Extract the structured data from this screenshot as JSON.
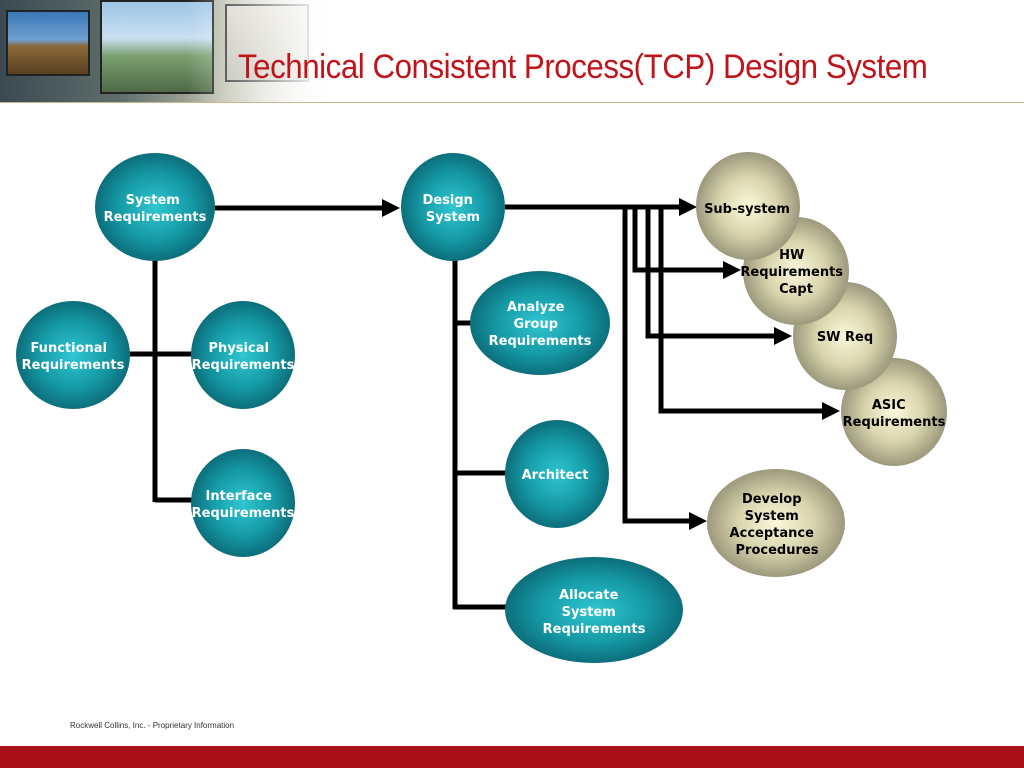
{
  "title": "Technical Consistent Process(TCP) Design System",
  "footer": "Rockwell Collins, Inc. -  Proprietary Information",
  "colors": {
    "title": "#c0141b",
    "teal_node": "#0e7a84",
    "khaki_node": "#a8a488",
    "footer_bar": "#a8101a"
  },
  "nodes": {
    "system_requirements": [
      "System",
      "Requirements"
    ],
    "functional_requirements": [
      "Functional",
      "Requirements"
    ],
    "physical_requirements": [
      "Physical",
      "Requirements"
    ],
    "interface_requirements": [
      "Interface",
      "Requirements"
    ],
    "design_system": [
      "Design",
      "System"
    ],
    "analyze_group_requirements": [
      "Analyze",
      "Group",
      "Requirements"
    ],
    "architect": [
      "Architect"
    ],
    "allocate_system_requirements": [
      "Allocate",
      "System",
      "Requirements"
    ],
    "sub_system": [
      "Sub-system"
    ],
    "hw_requirements_capt": [
      "HW",
      "Requirements",
      "Capt"
    ],
    "sw_req": [
      "SW Req"
    ],
    "asic_requirements": [
      "ASIC",
      "Requirements"
    ],
    "develop_system_acceptance_procedures": [
      "Develop",
      "System",
      "Acceptance",
      "Procedures"
    ]
  }
}
